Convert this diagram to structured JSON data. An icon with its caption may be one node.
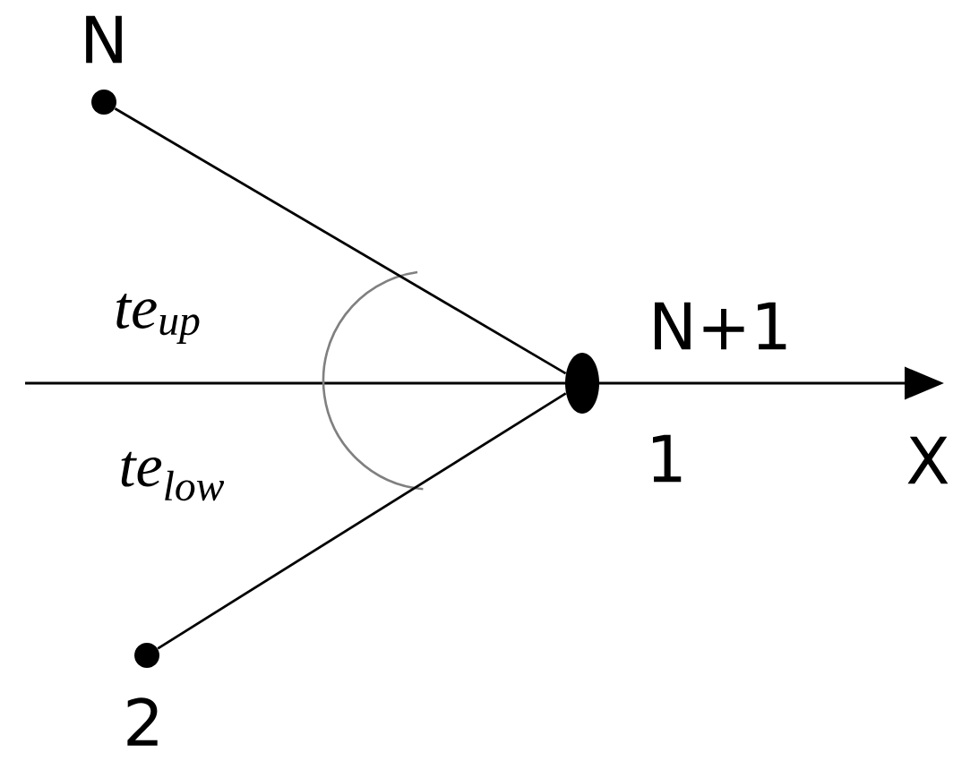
{
  "diagram": {
    "nodes": [
      {
        "text": [],
        "shape": "circle",
        "beside": [
          "N"
        ]
      },
      {
        "text": [],
        "shape": "ellipse",
        "beside": [
          "N+1",
          "1"
        ]
      },
      {
        "text": [],
        "shape": "circle",
        "beside": [
          "2"
        ]
      }
    ],
    "edges": [
      {
        "from": 0,
        "to": 1,
        "arrow": "none"
      },
      {
        "from": 2,
        "to": 1,
        "arrow": "none"
      }
    ],
    "labels": [
      "te$_{up}$",
      "te$_{low}$",
      "X"
    ]
  }
}
